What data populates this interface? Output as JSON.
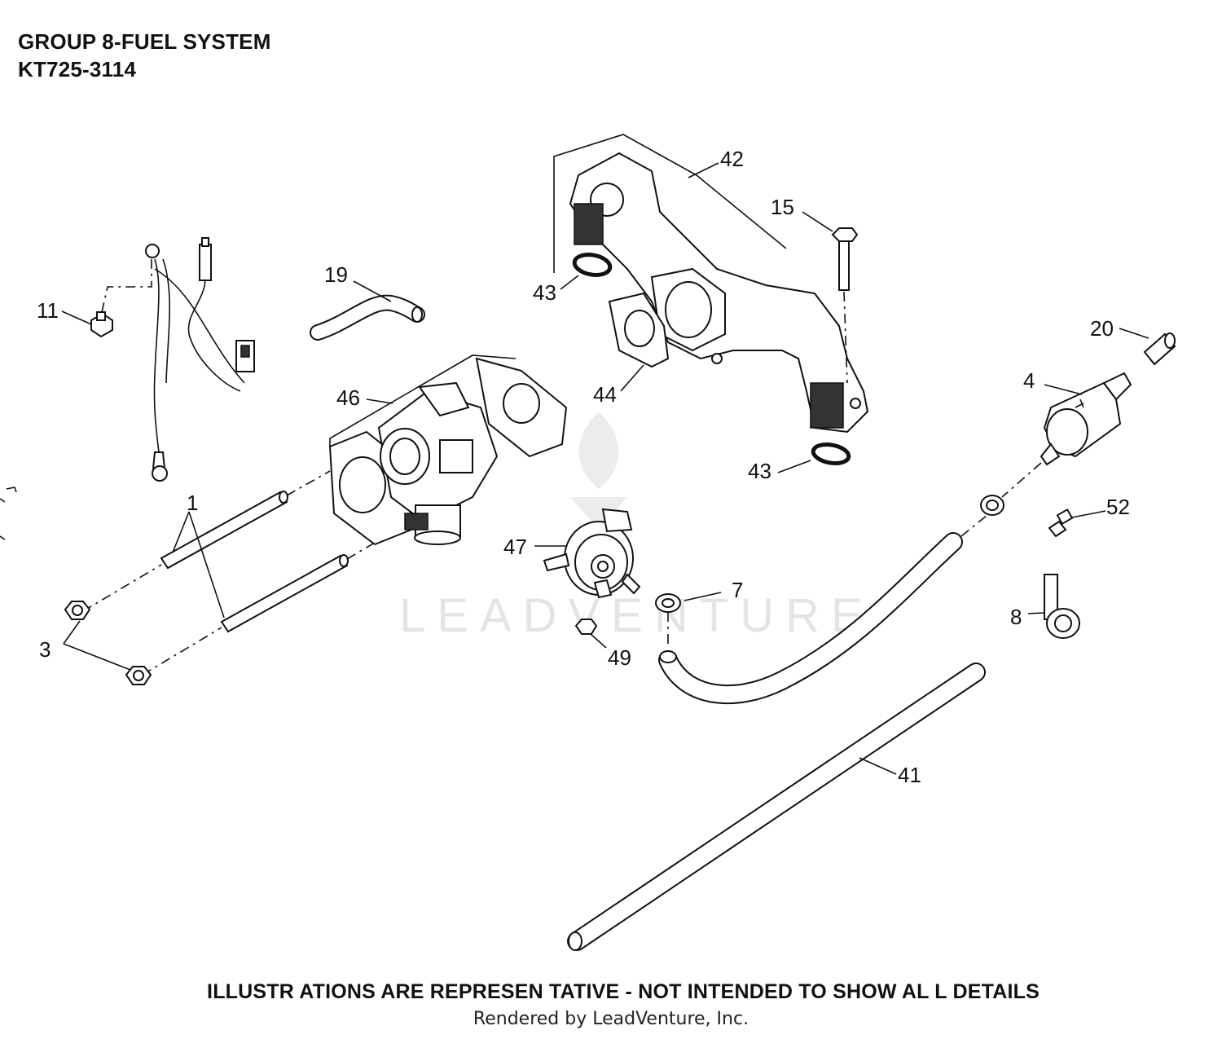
{
  "header": {
    "title": "GROUP 8-FUEL SYSTEM",
    "model": "KT725-3114"
  },
  "callouts": [
    {
      "id": "c1",
      "label": "1"
    },
    {
      "id": "c3",
      "label": "3"
    },
    {
      "id": "c4",
      "label": "4"
    },
    {
      "id": "c7",
      "label": "7"
    },
    {
      "id": "c8",
      "label": "8"
    },
    {
      "id": "c11",
      "label": "11"
    },
    {
      "id": "c15",
      "label": "15"
    },
    {
      "id": "c19",
      "label": "19"
    },
    {
      "id": "c20",
      "label": "20"
    },
    {
      "id": "c41",
      "label": "41"
    },
    {
      "id": "c42",
      "label": "42"
    },
    {
      "id": "c43a",
      "label": "43"
    },
    {
      "id": "c43b",
      "label": "43"
    },
    {
      "id": "c44",
      "label": "44"
    },
    {
      "id": "c46",
      "label": "46"
    },
    {
      "id": "c47",
      "label": "47"
    },
    {
      "id": "c49",
      "label": "49"
    },
    {
      "id": "c52",
      "label": "52"
    }
  ],
  "watermark": "LEADVENTURE",
  "footer": {
    "disclaimer": "ILLUSTR ATIONS  ARE REPRESEN  TATIVE - NOT INTENDED   TO SHOW AL L DETAILS",
    "rendered_by": "Rendered by LeadVenture, Inc."
  }
}
